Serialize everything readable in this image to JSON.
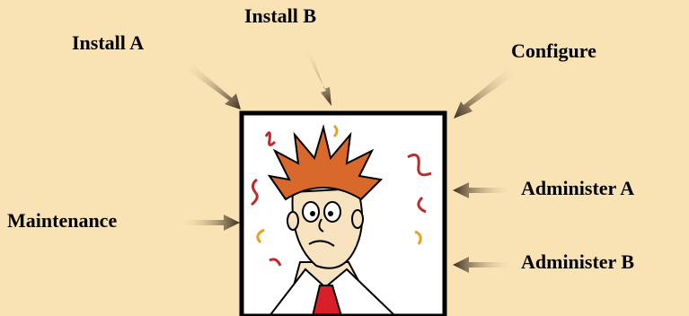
{
  "colors": {
    "background": "#F9E2B4",
    "frame": "#000000",
    "arrow": "#3A2C1C",
    "hair": "#D9682B",
    "skin": "#F8E3C0",
    "tie": "#D81E28"
  },
  "illustration": "stressed-man-with-spiky-hair",
  "labels": {
    "install_a": "Install A",
    "install_b": "Install B",
    "configure": "Configure",
    "administer_a": "Administer A",
    "maintenance": "Maintenance",
    "administer_b": "Administer B"
  }
}
